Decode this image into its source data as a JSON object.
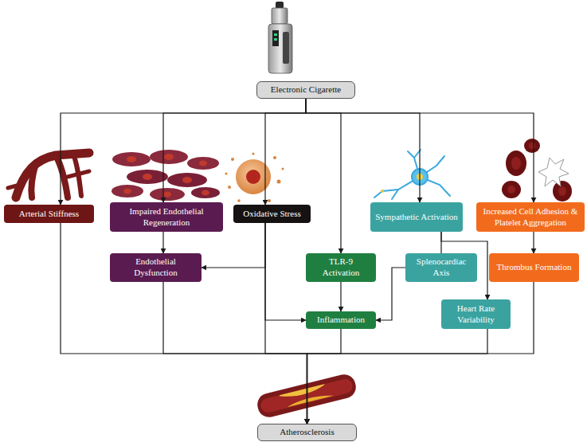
{
  "diagram": {
    "nodes": [
      {
        "text": [
          "Electronic Cigarette"
        ]
      },
      {
        "text": [
          "Arterial Stiffness"
        ]
      },
      {
        "text": [
          "Impaired Endothelial Regeneration"
        ]
      },
      {
        "text": [
          "Oxidative Stress"
        ]
      },
      {
        "text": [
          "Sympathetic Activation"
        ]
      },
      {
        "text": [
          "Increased Cell Adhesion & Platelet Aggregation"
        ]
      },
      {
        "text": [
          "Endothelial Dysfunction"
        ]
      },
      {
        "text": [
          "TLR-9 Activation"
        ]
      },
      {
        "text": [
          "Splenocardiac Axis"
        ]
      },
      {
        "text": [
          "Thrombus Formation"
        ]
      },
      {
        "text": [
          "Inflammation"
        ]
      },
      {
        "text": [
          "Heart Rate Variability"
        ]
      },
      {
        "text": [
          "Atherosclerosis"
        ]
      }
    ],
    "edges": [
      {
        "from": 0,
        "to": 1,
        "arrow": "to"
      },
      {
        "from": 0,
        "to": 2,
        "arrow": "to"
      },
      {
        "from": 0,
        "to": 3,
        "arrow": "to"
      },
      {
        "from": 0,
        "to": 7,
        "arrow": "to"
      },
      {
        "from": 0,
        "to": 4,
        "arrow": "to"
      },
      {
        "from": 0,
        "to": 5,
        "arrow": "to"
      },
      {
        "from": 2,
        "to": 6,
        "arrow": "to"
      },
      {
        "from": 3,
        "to": 6,
        "arrow": "to"
      },
      {
        "from": 3,
        "to": 10,
        "arrow": "to"
      },
      {
        "from": 7,
        "to": 10,
        "arrow": "to"
      },
      {
        "from": 4,
        "to": 8,
        "arrow": "none"
      },
      {
        "from": 4,
        "to": 11,
        "arrow": "to"
      },
      {
        "from": 8,
        "to": 10,
        "arrow": "to"
      },
      {
        "from": 5,
        "to": 9,
        "arrow": "to"
      },
      {
        "from": 1,
        "to": 12,
        "arrow": "to"
      },
      {
        "from": 6,
        "to": 12,
        "arrow": "to"
      },
      {
        "from": 3,
        "to": 12,
        "arrow": "to"
      },
      {
        "from": 10,
        "to": 12,
        "arrow": "to"
      },
      {
        "from": 11,
        "to": 12,
        "arrow": "to"
      },
      {
        "from": 9,
        "to": 12,
        "arrow": "to"
      }
    ]
  }
}
